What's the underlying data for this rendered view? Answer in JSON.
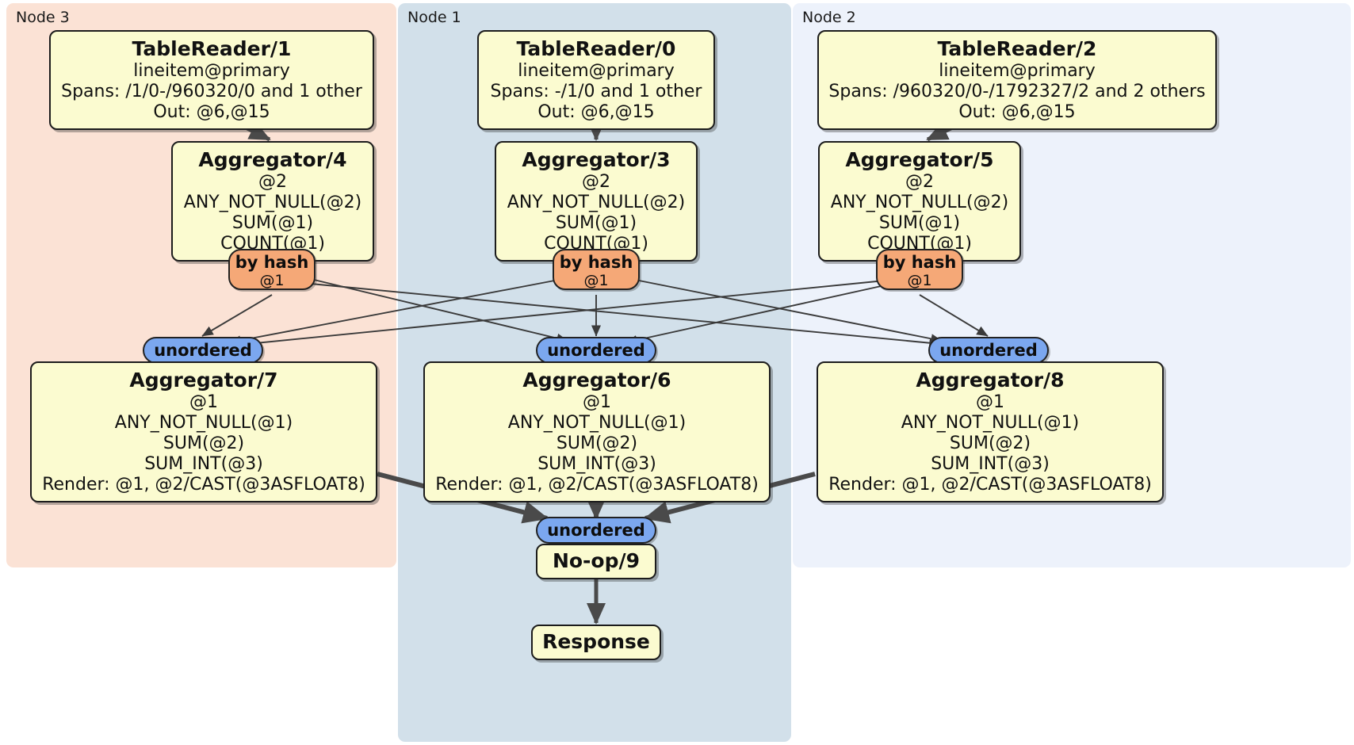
{
  "diagram": {
    "title": "Distributed query plan",
    "colors": {
      "node3_panel": "#fbe2d5",
      "node1_panel": "#d2e0ea",
      "node2_panel": "#edf2fb",
      "processor_fill": "#fbfbd0",
      "processor_border": "#1c1c1c",
      "hash_badge": "#f5a877",
      "unordered_badge": "#7ba7ef",
      "edge_thin": "#3a3a3a",
      "edge_thick": "#4a4a4a"
    }
  },
  "nodes": [
    {
      "id": "node3",
      "label": "Node 3"
    },
    {
      "id": "node1",
      "label": "Node 1"
    },
    {
      "id": "node2",
      "label": "Node 2"
    }
  ],
  "processors": {
    "table_reader_1": {
      "title": "TableReader/1",
      "lines": [
        "lineitem@primary",
        "Spans: /1/0-/960320/0 and 1 other",
        "Out: @6,@15"
      ]
    },
    "table_reader_0": {
      "title": "TableReader/0",
      "lines": [
        "lineitem@primary",
        "Spans: -/1/0 and 1 other",
        "Out: @6,@15"
      ]
    },
    "table_reader_2": {
      "title": "TableReader/2",
      "lines": [
        "lineitem@primary",
        "Spans: /960320/0-/1792327/2 and 2 others",
        "Out: @6,@15"
      ]
    },
    "aggregator_4": {
      "title": "Aggregator/4",
      "lines": [
        "@2",
        "ANY_NOT_NULL(@2)",
        "SUM(@1)",
        "COUNT(@1)"
      ]
    },
    "aggregator_3": {
      "title": "Aggregator/3",
      "lines": [
        "@2",
        "ANY_NOT_NULL(@2)",
        "SUM(@1)",
        "COUNT(@1)"
      ]
    },
    "aggregator_5": {
      "title": "Aggregator/5",
      "lines": [
        "@2",
        "ANY_NOT_NULL(@2)",
        "SUM(@1)",
        "COUNT(@1)"
      ]
    },
    "aggregator_7": {
      "title": "Aggregator/7",
      "lines": [
        "@1",
        "ANY_NOT_NULL(@1)",
        "SUM(@2)",
        "SUM_INT(@3)",
        "Render: @1, @2/CAST(@3ASFLOAT8)"
      ]
    },
    "aggregator_6": {
      "title": "Aggregator/6",
      "lines": [
        "@1",
        "ANY_NOT_NULL(@1)",
        "SUM(@2)",
        "SUM_INT(@3)",
        "Render: @1, @2/CAST(@3ASFLOAT8)"
      ]
    },
    "aggregator_8": {
      "title": "Aggregator/8",
      "lines": [
        "@1",
        "ANY_NOT_NULL(@1)",
        "SUM(@2)",
        "SUM_INT(@3)",
        "Render: @1, @2/CAST(@3ASFLOAT8)"
      ]
    },
    "noop_9": {
      "title": "No-op/9",
      "lines": []
    },
    "response": {
      "title": "Response",
      "lines": []
    }
  },
  "badges": {
    "hash_left": {
      "label": "by hash",
      "sub": "@1"
    },
    "hash_center": {
      "label": "by hash",
      "sub": "@1"
    },
    "hash_right": {
      "label": "by hash",
      "sub": "@1"
    },
    "unordered_left": {
      "label": "unordered"
    },
    "unordered_center": {
      "label": "unordered"
    },
    "unordered_right": {
      "label": "unordered"
    },
    "unordered_final": {
      "label": "unordered"
    }
  }
}
